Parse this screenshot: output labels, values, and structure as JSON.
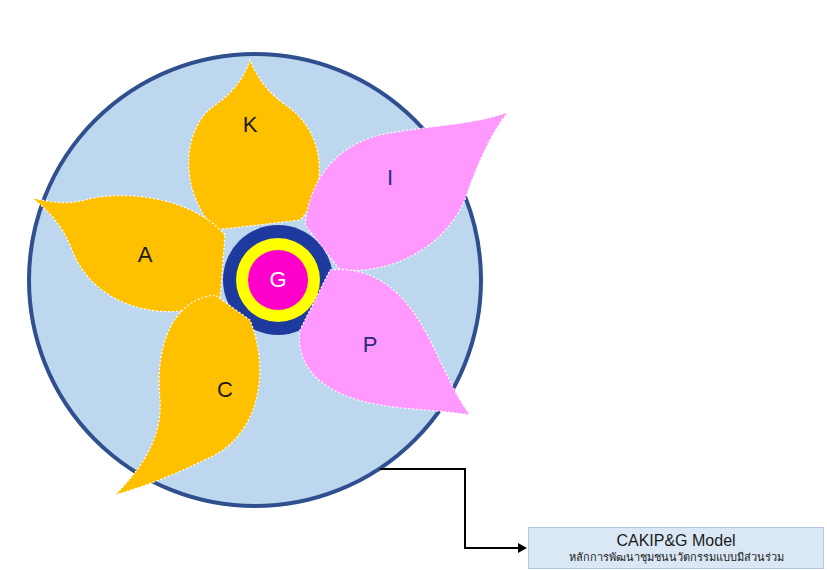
{
  "diagram": {
    "nodes": [
      {
        "text": [
          "K"
        ]
      },
      {
        "text": [
          "I"
        ]
      },
      {
        "text": [
          "A"
        ]
      },
      {
        "text": [
          "G"
        ]
      },
      {
        "text": [
          "P"
        ]
      },
      {
        "text": [
          "C"
        ]
      },
      {
        "text": [
          "CAKIP&G Model",
          "หลักการพัฒนาชุมชนนวัตกรรมแบบมีส่วนร่วม"
        ]
      }
    ]
  }
}
